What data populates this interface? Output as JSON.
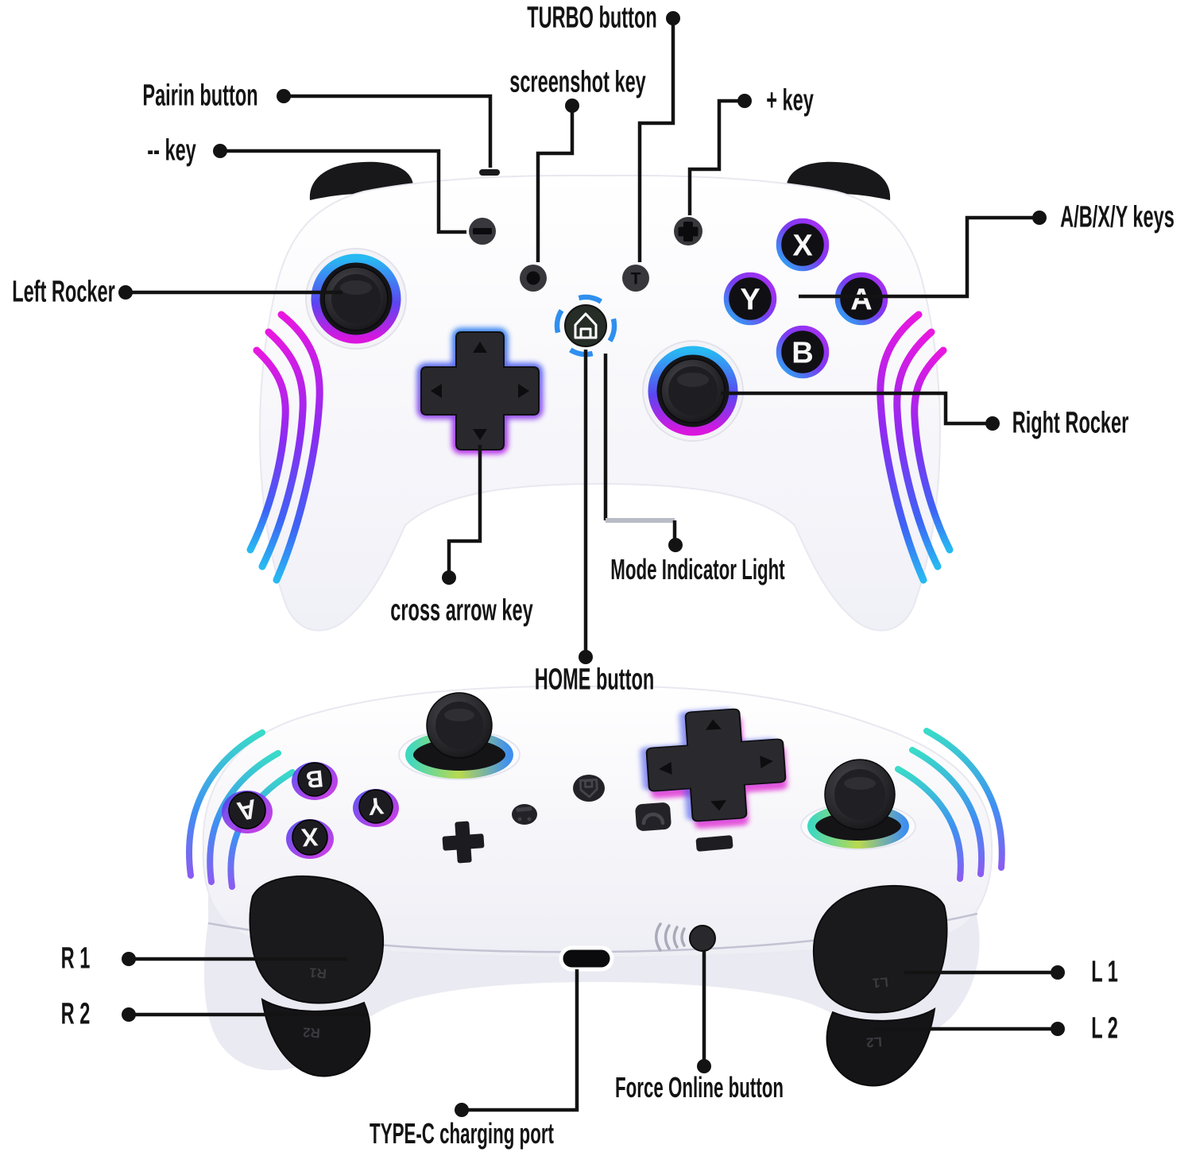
{
  "callouts": {
    "turbo": "TURBO button",
    "screenshot": "screenshot key",
    "pairing": "Pairin button",
    "plus": "+ key",
    "minus": "-- key",
    "abxy": "A/B/X/Y keys",
    "left_rocker": "Left Rocker",
    "right_rocker": "Right Rocker",
    "mode_indicator": "Mode Indicator Light",
    "cross": "cross arrow key",
    "home": "HOME button",
    "r1": "R 1",
    "r2": "R 2",
    "l1": "L 1",
    "l2": "L 2",
    "force_online": "Force Online button",
    "type_c": "TYPE-C charging port"
  },
  "front": {
    "face_buttons": {
      "x": "X",
      "y": "Y",
      "a": "A",
      "b": "B"
    },
    "turbo_glyph": "T"
  },
  "back": {
    "face_buttons": {
      "b": "B",
      "a": "A",
      "y": "Y",
      "x": "X"
    },
    "trigger_marks": {
      "r1": "R1",
      "r2": "R2",
      "l1": "L1",
      "l2": "L2"
    }
  },
  "colors": {
    "background": "#ffffff",
    "callout_line": "#131313",
    "body_white": "#fbfbfe",
    "button_black": "#1b1b1e",
    "rgb_cyan": "#27b9f2",
    "rgb_blue": "#3d63f5",
    "rgb_purple": "#8c2bf2",
    "rgb_magenta": "#e818e0",
    "rgb_teal": "#3adbc8",
    "home_ring_blue": "#2f8fef"
  }
}
